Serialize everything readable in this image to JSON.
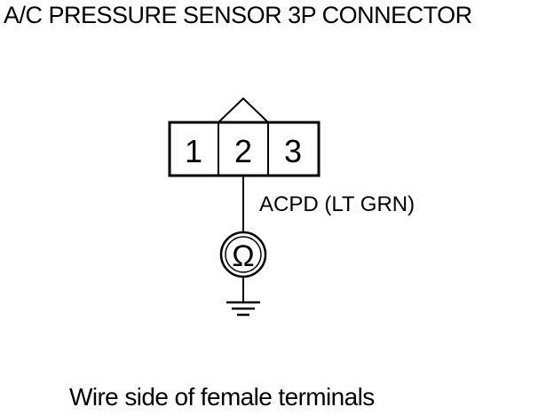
{
  "title": "A/C PRESSURE SENSOR 3P CONNECTOR",
  "connector": {
    "pins": [
      "1",
      "2",
      "3"
    ]
  },
  "wire_label": "ACPD (LT GRN)",
  "meter_symbol": "Ω",
  "footer": "Wire side of female terminals",
  "icons": {
    "meter": "ohmmeter-icon",
    "ground": "ground-icon"
  }
}
